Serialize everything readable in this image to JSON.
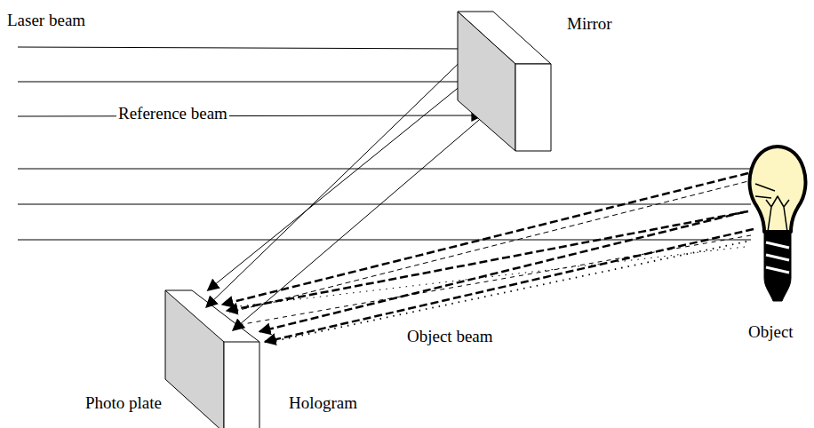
{
  "diagram": {
    "nodes": [
      {
        "text": [
          "Mirror"
        ]
      },
      {
        "text": [
          "Object"
        ]
      },
      {
        "text": [
          "Photo plate",
          "Hologram"
        ]
      }
    ],
    "edges": [
      {
        "from": 0,
        "to": 2,
        "arrow": "to"
      },
      {
        "from": 1,
        "to": 2,
        "arrow": "to"
      }
    ],
    "labels": [
      "Laser beam",
      "Reference beam",
      "Object beam"
    ]
  }
}
